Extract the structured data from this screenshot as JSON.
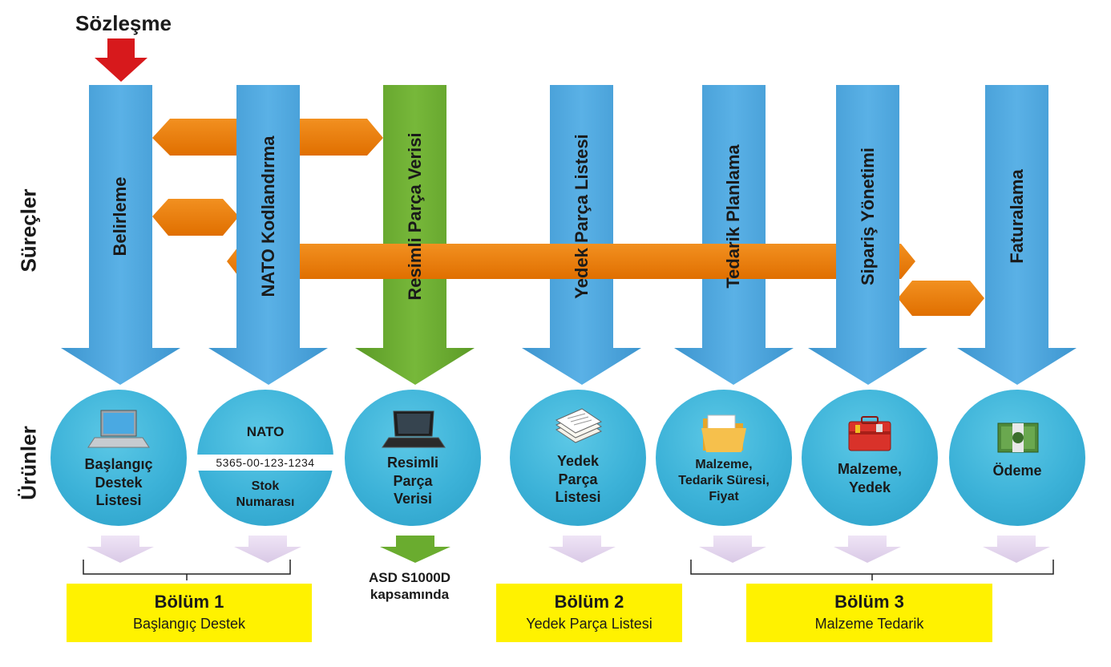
{
  "contract_label": "Sözleşme",
  "processes_label": "Süreçler",
  "products_label": "Ürünler",
  "processes": [
    {
      "label": "Belirleme",
      "color": "#4da6df"
    },
    {
      "label": "NATO Kodlandırma",
      "color": "#4da6df"
    },
    {
      "label": "Resimli Parça Verisi",
      "color": "#6aac2f"
    },
    {
      "label": "Yedek Parça Listesi",
      "color": "#4da6df"
    },
    {
      "label": "Tedarik Planlama",
      "color": "#4da6df"
    },
    {
      "label": "Sipariş Yönetimi",
      "color": "#4da6df"
    },
    {
      "label": "Faturalama",
      "color": "#4da6df"
    }
  ],
  "products": [
    {
      "lines": [
        "Başlangıç",
        "Destek",
        "Listesi"
      ],
      "icon": "laptop-icon"
    },
    {
      "title": "NATO",
      "stock_number": "5365-00-123-1234",
      "lines": [
        "Stok",
        "Numarası"
      ]
    },
    {
      "lines": [
        "Resimli",
        "Parça",
        "Verisi"
      ],
      "icon": "laptop-icon"
    },
    {
      "lines": [
        "Yedek",
        "Parça",
        "Listesi"
      ],
      "icon": "documents-icon"
    },
    {
      "lines": [
        "Malzeme,",
        "Tedarik Süresi,",
        "Fiyat"
      ],
      "icon": "folder-icon"
    },
    {
      "lines": [
        "Malzeme,",
        "Yedek"
      ],
      "icon": "toolbox-icon"
    },
    {
      "lines": [
        "Ödeme"
      ],
      "icon": "money-icon"
    }
  ],
  "asd_note": [
    "ASD S1000D",
    "kapsamında"
  ],
  "sections": [
    {
      "number": "Bölüm 1",
      "name": "Başlangıç Destek"
    },
    {
      "number": "Bölüm 2",
      "name": "Yedek Parça Listesi"
    },
    {
      "number": "Bölüm 3",
      "name": "Malzeme Tedarik"
    }
  ],
  "colors": {
    "blue_arrow": "#4da6df",
    "green_arrow": "#6aac2f",
    "orange_connector": "#ef7d00",
    "red_arrow": "#d7191c",
    "circle": "#3cb2d8",
    "small_arrow": "#e8dcf0",
    "section_box": "#fff200"
  }
}
